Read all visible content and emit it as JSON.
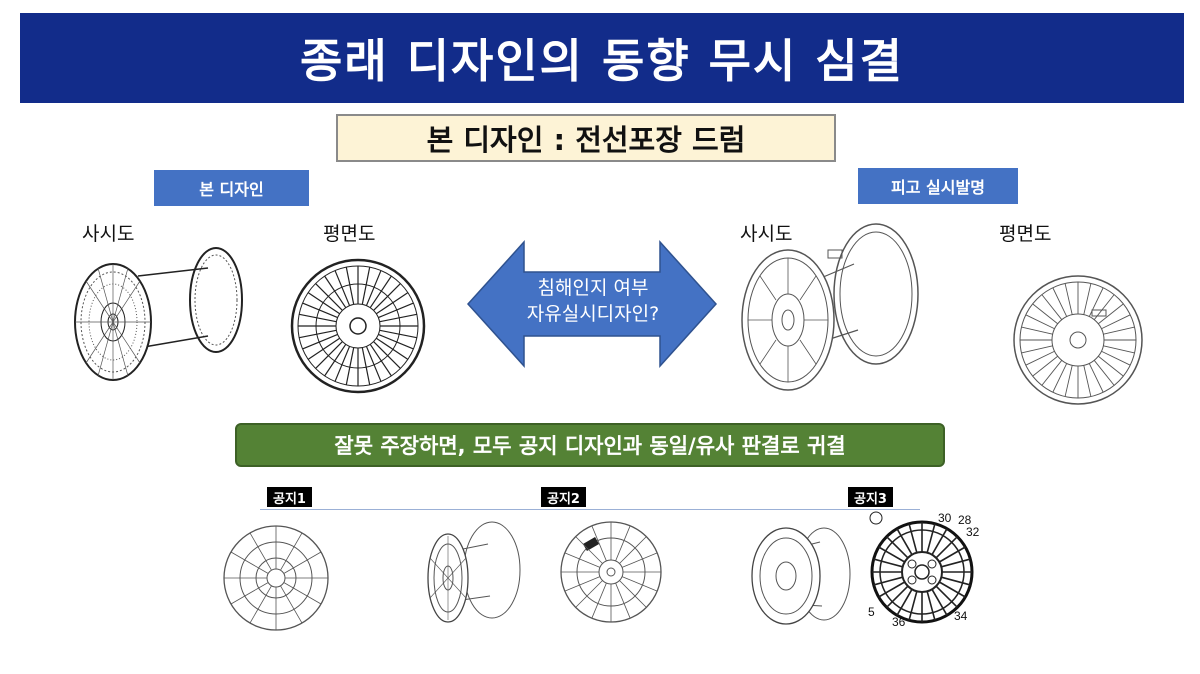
{
  "title": "종래 디자인의 동향 무시 심결",
  "subject": "본 디자인 : 전선포장 드럼",
  "left_group": {
    "tag": "본 디자인",
    "perspective_label": "사시도",
    "plan_label": "평면도"
  },
  "right_group": {
    "tag": "피고 실시발명",
    "perspective_label": "사시도",
    "plan_label": "평면도"
  },
  "arrow": {
    "line1": "침해인지 여부",
    "line2": "자유실시디자인?"
  },
  "conclusion": "잘못 주장하면, 모두 공지 디자인과 동일/유사 판결로 귀결",
  "prior_art": [
    {
      "label": "공지1"
    },
    {
      "label": "공지2"
    },
    {
      "label": "공지3",
      "annotations": [
        "30",
        "28",
        "32",
        "5",
        "36",
        "34"
      ]
    }
  ],
  "colors": {
    "title_bg": "#122c8a",
    "tag_bg": "#4472c4",
    "subject_bg": "#fdf3d6",
    "arrow": "#4472c4",
    "conclusion_bg": "#548235"
  }
}
